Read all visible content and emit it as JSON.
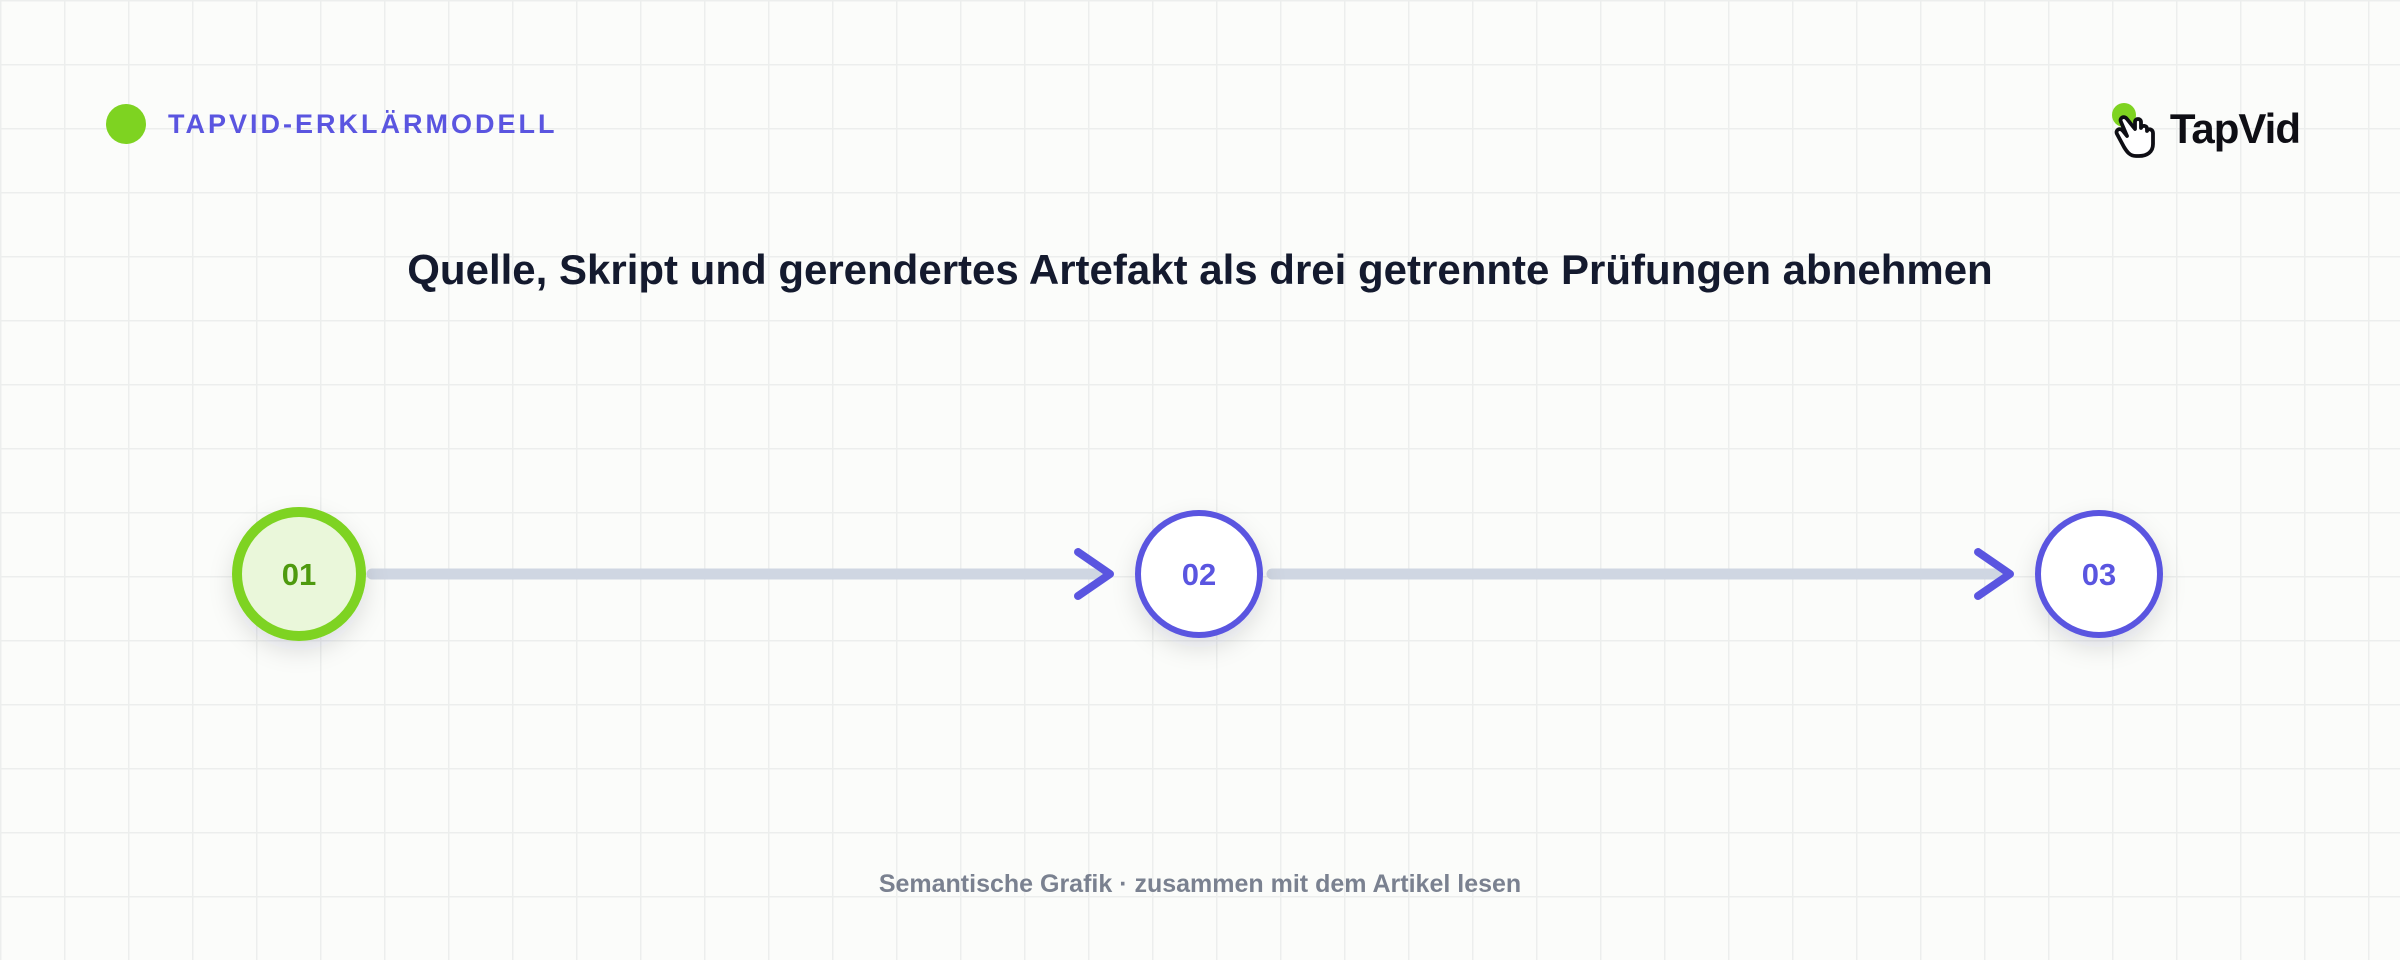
{
  "header": {
    "eyebrow": "TAPVID-ERKLÄRMODELL",
    "brand_name": "TapVid"
  },
  "title": "Quelle, Skript und gerendertes Artefakt als drei getrennte Prüfungen abnehmen",
  "steps": [
    {
      "label": "01",
      "state": "active"
    },
    {
      "label": "02",
      "state": "pending"
    },
    {
      "label": "03",
      "state": "pending"
    }
  ],
  "footer": "Semantische Grafik · zusammen mit dem Artikel lesen",
  "colors": {
    "accent": "#5a55e0",
    "active": "#7ed321",
    "active_fill": "#eaf7da",
    "active_text": "#4e9a0e",
    "connector": "#cfd6e2",
    "title": "#141a2e",
    "footer": "#7a8190"
  },
  "icons": {
    "brand": "pointing-hand-icon",
    "connector_head": "chevron-right-icon"
  }
}
